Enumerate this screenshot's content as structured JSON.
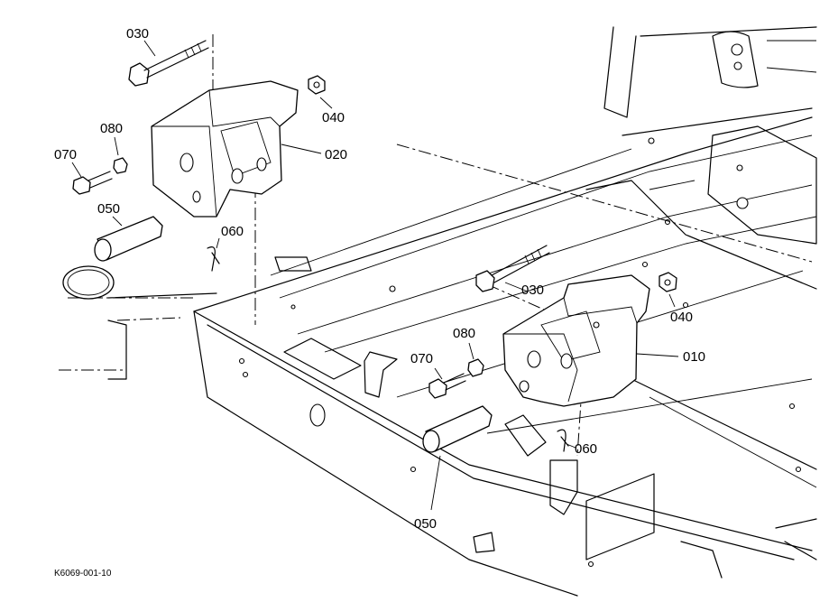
{
  "callouts": {
    "c030_top": "030",
    "c040_top": "040",
    "c020": "020",
    "c080_top": "080",
    "c070_top": "070",
    "c050_top": "050",
    "c060_top": "060",
    "c030_mid": "030",
    "c040_mid": "040",
    "c010": "010",
    "c070_mid": "070",
    "c080_mid": "080",
    "c060_mid": "060",
    "c050_bot": "050"
  },
  "reference_code": "K6069-001-10"
}
